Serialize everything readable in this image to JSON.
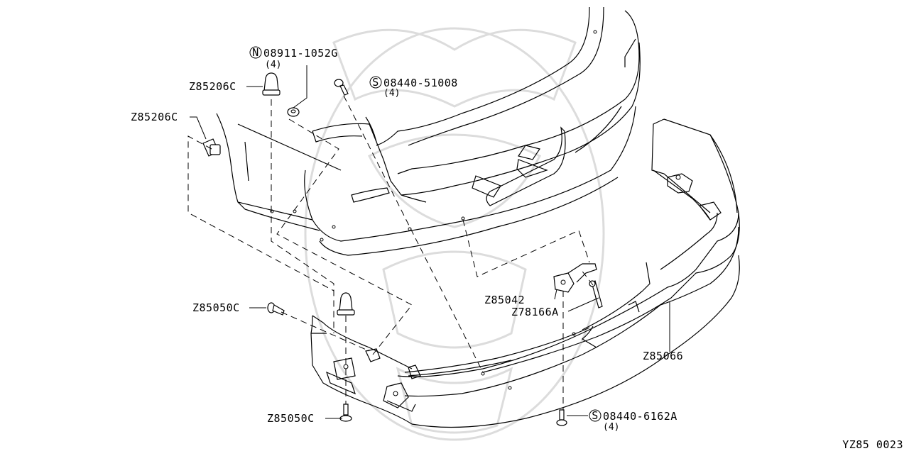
{
  "diagram": {
    "callouts": [
      {
        "id": "nut",
        "prefix": "N",
        "part_no": "08911-1052G",
        "qty": "(4)"
      },
      {
        "id": "clip-top",
        "part_no": "Z85206C"
      },
      {
        "id": "screw-top",
        "prefix": "S",
        "part_no": "08440-51008",
        "qty": "(4)"
      },
      {
        "id": "clip-side",
        "part_no": "Z85206C"
      },
      {
        "id": "bracket",
        "part_no": "Z85042"
      },
      {
        "id": "rivet",
        "part_no": "Z78166A"
      },
      {
        "id": "bumper-fascia",
        "part_no": "Z85066"
      },
      {
        "id": "bolt-side",
        "part_no": "Z85050C"
      },
      {
        "id": "bolt-bottom",
        "part_no": "Z85050C"
      },
      {
        "id": "screw-bottom",
        "prefix": "S",
        "part_no": "08440-6162A",
        "qty": "(4)"
      }
    ],
    "figure_code": "YZ85 0023"
  }
}
